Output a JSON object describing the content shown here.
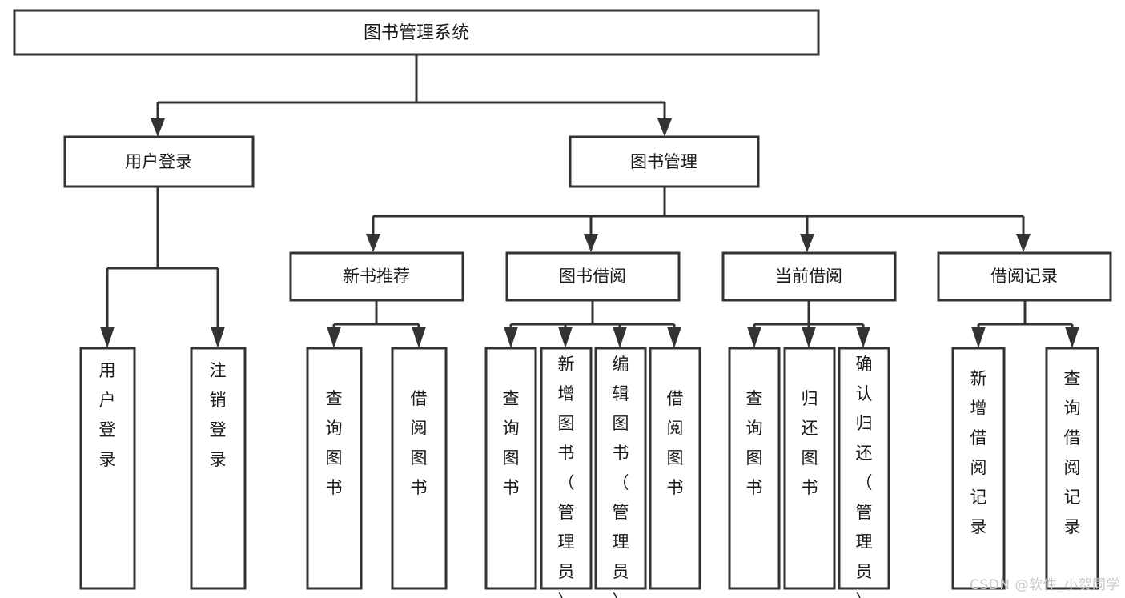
{
  "diagram": {
    "type": "hierarchy-tree",
    "title": "图书管理系统",
    "orientation": "top-down",
    "colors": {
      "box_stroke": "#333333",
      "box_fill": "#ffffff",
      "text": "#1a1a1a",
      "connector": "#333333",
      "background": "#ffffff",
      "watermark": "#c8c8c8"
    },
    "levels": {
      "root": {
        "label": "图书管理系统"
      },
      "level2": [
        {
          "label": "用户登录"
        },
        {
          "label": "图书管理"
        }
      ],
      "level3": [
        {
          "label": "新书推荐"
        },
        {
          "label": "图书借阅"
        },
        {
          "label": "当前借阅"
        },
        {
          "label": "借阅记录"
        }
      ]
    },
    "nodes": {
      "root": "图书管理系统",
      "user_login": "用户登录",
      "book_manage": "图书管理",
      "new_book_rec": "新书推荐",
      "book_borrow": "图书借阅",
      "current_borrow": "当前借阅",
      "borrow_record": "借阅记录"
    },
    "leaves": {
      "user_login": [
        {
          "label": "用户登录"
        },
        {
          "label": "注销登录"
        }
      ],
      "new_book_rec": [
        {
          "label": "查询图书"
        },
        {
          "label": "借阅图书"
        }
      ],
      "book_borrow": [
        {
          "label": "查询图书"
        },
        {
          "label": "新增图书（管理员）"
        },
        {
          "label": "编辑图书（管理员）"
        },
        {
          "label": "借阅图书"
        }
      ],
      "current_borrow": [
        {
          "label": "查询图书"
        },
        {
          "label": "归还图书"
        },
        {
          "label": "确认归还（管理员）"
        }
      ],
      "borrow_record": [
        {
          "label": "新增借阅记录"
        },
        {
          "label": "查询借阅记录"
        }
      ]
    }
  },
  "watermark": {
    "text": "CSDN @软件_小贺同学"
  }
}
